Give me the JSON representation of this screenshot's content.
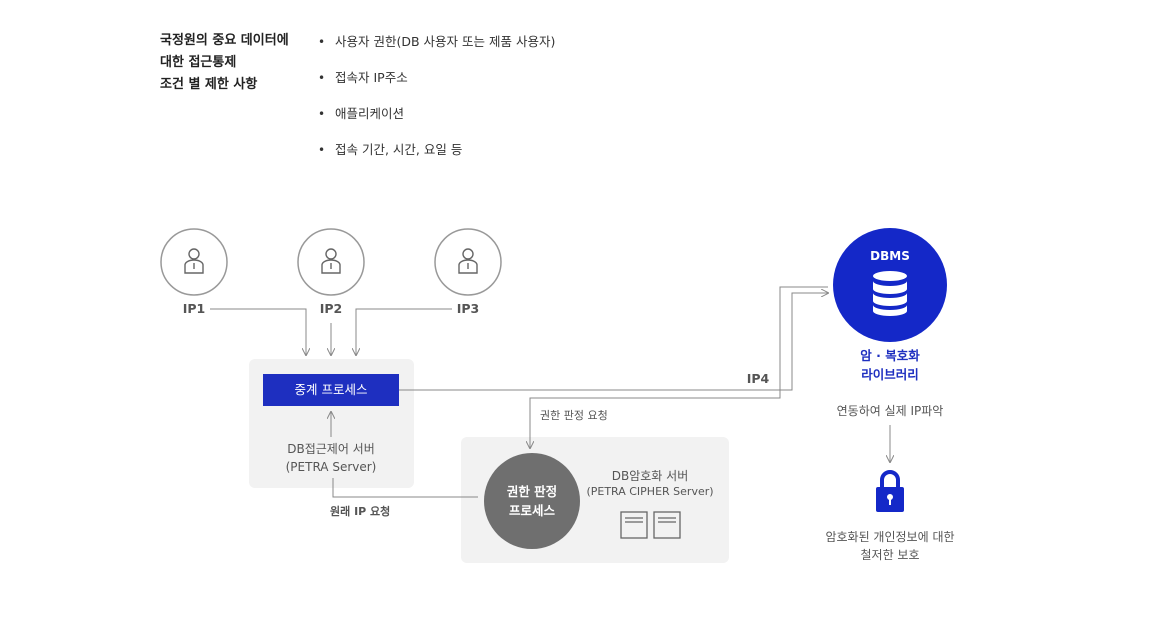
{
  "intro": {
    "heading": "국정원의 중요 데이터에\n대한 접근통제\n조건 별 제한 사항",
    "bullets": [
      "사용자 권한(DB 사용자 또는 제품 사용자)",
      "접속자 IP주소",
      "애플리케이션",
      "접속 기간, 시간, 요일 등"
    ]
  },
  "diagram": {
    "users": [
      {
        "label": "IP1",
        "icon": "user-icon"
      },
      {
        "label": "IP2",
        "icon": "user-icon"
      },
      {
        "label": "IP3",
        "icon": "user-icon"
      }
    ],
    "relay_process": "중계 프로세스",
    "access_server_line1": "DB접근제어 서버",
    "access_server_line2": "(PETRA Server)",
    "ip4_label": "IP4",
    "auth_request": "권한 판정 요청",
    "original_ip_request": "원래 IP 요청",
    "judge_line1": "권한 판정",
    "judge_line2": "프로세스",
    "crypto_server_line1": "DB암호화 서버",
    "crypto_server_line2": "(PETRA CIPHER Server)",
    "dbms": "DBMS",
    "dbms_icon": "database-icon",
    "library_line1": "암 · 복호화",
    "library_line2": "라이브러리",
    "link_text": "연동하여 실제 IP파악",
    "lock_icon": "lock-icon",
    "protect_line1": "암호화된 개인정보에 대한",
    "protect_line2": "철저한 보호",
    "colors": {
      "accent": "#1e2fc0",
      "panel": "#f2f2f2",
      "judge_circle": "#6f6f6f",
      "line": "#888888"
    }
  }
}
